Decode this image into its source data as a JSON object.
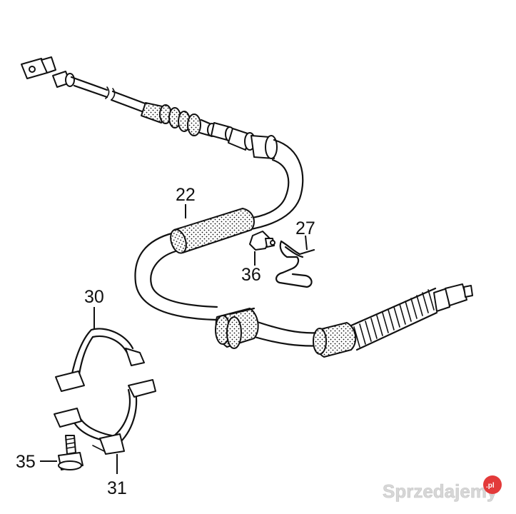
{
  "diagram": {
    "part_labels": {
      "p22": "22",
      "p27": "27",
      "p30": "30",
      "p31": "31",
      "p35": "35",
      "p36": "36"
    }
  },
  "watermark": {
    "text": "Sprzedajemy",
    "suffix": ".pl",
    "dot_color": "#e33a3a"
  }
}
